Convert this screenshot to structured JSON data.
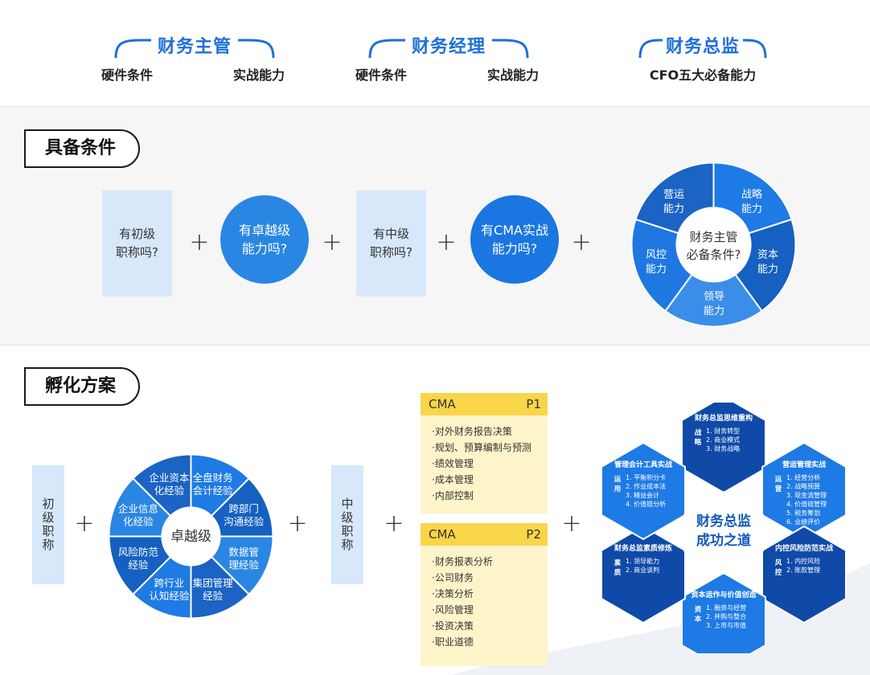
{
  "header": {
    "roles": [
      {
        "title": "财务主管",
        "left": "硬件条件",
        "right": "实战能力"
      },
      {
        "title": "财务经理",
        "left": "硬件条件",
        "right": "实战能力"
      },
      {
        "title": "财务总监",
        "center": "CFO五大必备能力"
      }
    ]
  },
  "section1": {
    "title": "具备条件",
    "items": [
      {
        "line1": "有初级",
        "line2": "职称吗?"
      },
      {
        "line1": "有卓越级",
        "line2": "能力吗?"
      },
      {
        "line1": "有中级",
        "line2": "职称吗?"
      },
      {
        "line1": "有CMA实战",
        "line2": "能力吗?"
      }
    ],
    "plus": "+",
    "wheel": {
      "center_line1": "财务主管",
      "center_line2": "必备条件?",
      "segments": [
        {
          "line1": "营运",
          "line2": "能力"
        },
        {
          "line1": "战略",
          "line2": "能力"
        },
        {
          "line1": "资本",
          "line2": "能力"
        },
        {
          "line1": "领导",
          "line2": "能力"
        },
        {
          "line1": "风控",
          "line2": "能力"
        }
      ]
    }
  },
  "section2": {
    "title": "孵化方案",
    "left_label": "初级职称",
    "mid_label": "中级职称",
    "plus": "+",
    "wheel": {
      "center": "卓越级",
      "segments": [
        {
          "line1": "企业资本",
          "line2": "化经验"
        },
        {
          "line1": "全盘财务",
          "line2": "会计经验"
        },
        {
          "line1": "跨部门",
          "line2": "沟通经验"
        },
        {
          "line1": "数据管",
          "line2": "理经验"
        },
        {
          "line1": "集团管理",
          "line2": "经验"
        },
        {
          "line1": "跨行业",
          "line2": "认知经验"
        },
        {
          "line1": "风险防范",
          "line2": "经验"
        },
        {
          "line1": "企业信息",
          "line2": "化经验"
        }
      ]
    },
    "cma": [
      {
        "name": "CMA",
        "part": "P1",
        "items": [
          "·对外财务报告决策",
          "·规划、预算编制与预测",
          "·绩效管理",
          "·成本管理",
          "·内部控制"
        ]
      },
      {
        "name": "CMA",
        "part": "P2",
        "items": [
          "·财务报表分析",
          "·公司财务",
          "·决策分析",
          "·风险管理",
          "·投资决策",
          "·职业道德"
        ]
      }
    ],
    "hex": {
      "center_line1": "财务总监",
      "center_line2": "成功之道",
      "cells": [
        {
          "title": "财务总监思维重构",
          "tag": "战略",
          "items": [
            "1. 财务转型",
            "2. 商业模式",
            "3. 财务战略"
          ]
        },
        {
          "title": "营运管理实战",
          "tag": "运营",
          "items": [
            "1. 经营分析",
            "2. 战略预算",
            "3. 现金流管理",
            "4. 价值链管理",
            "5. 税务筹划",
            "6. 业绩评价"
          ]
        },
        {
          "title": "内控风险防范实战",
          "tag": "风控",
          "items": [
            "1. 内控风险",
            "2. 账款管理"
          ]
        },
        {
          "title": "资本运作与价值创造",
          "tag": "资本",
          "items": [
            "1. 融资与经营",
            "2. 并购与整合",
            "3. 上市与市值"
          ]
        },
        {
          "title": "财务总监素质修炼",
          "tag": "素质",
          "items": [
            "1. 领导能力",
            "2. 商业谈判"
          ]
        },
        {
          "title": "管理会计工具实战",
          "tag": "运用",
          "items": [
            "1. 平衡积分卡",
            "2. 作业成本法",
            "3. 精益会计",
            "4. 价值链分析"
          ]
        }
      ]
    }
  },
  "colors": {
    "brand_blue": "#1e6fd9",
    "dark_blue": "#0d4fa8",
    "light_blue_box": "#d7e8fb",
    "yellow_head": "#f9d54a",
    "yellow_body": "#fdf4c9"
  }
}
